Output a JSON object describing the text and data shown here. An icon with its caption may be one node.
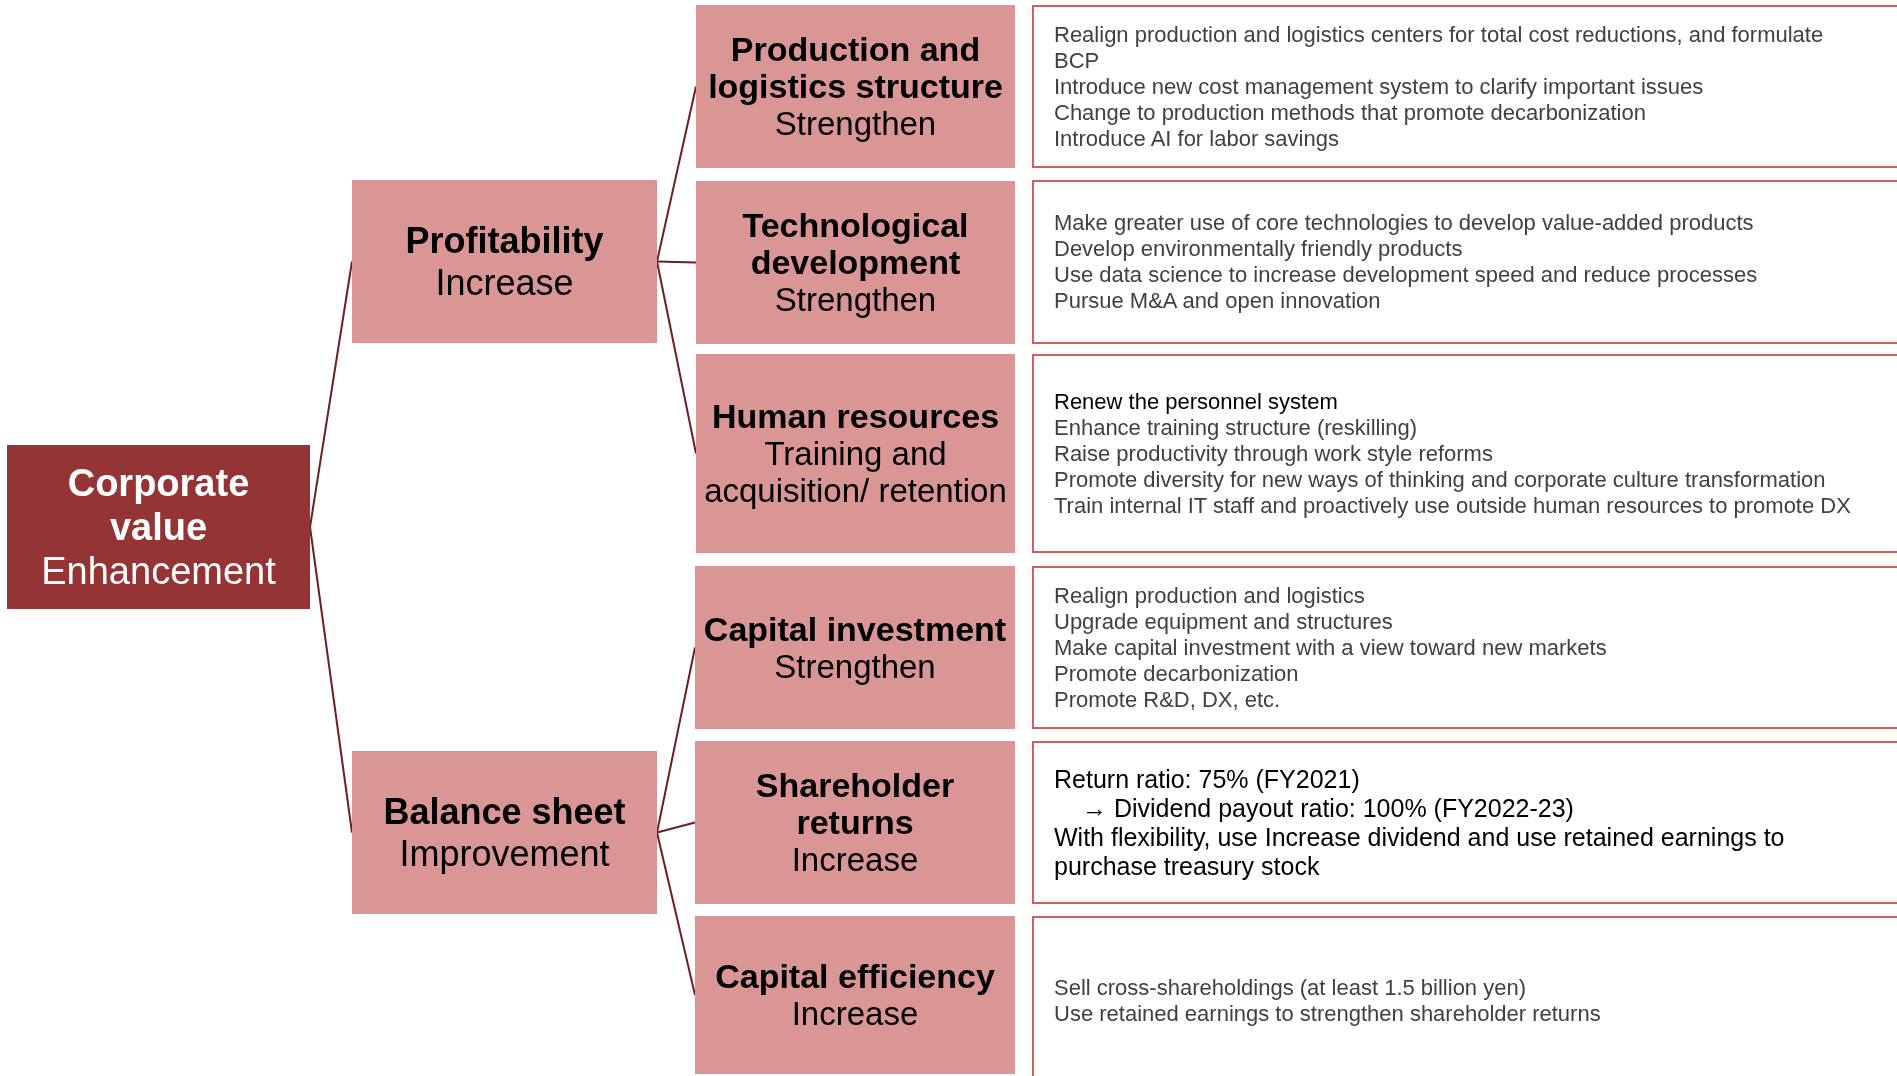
{
  "diagram": {
    "nodes": [
      {
        "text": [
          "Corporate value",
          "Enhancement"
        ]
      },
      {
        "text": [
          "Profitability",
          "Increase"
        ]
      },
      {
        "text": [
          "Balance sheet",
          "Improvement"
        ]
      },
      {
        "text": [
          "Production and logistics structure",
          "Strengthen"
        ]
      },
      {
        "text": [
          "Technological development",
          "Strengthen"
        ]
      },
      {
        "text": [
          "Human resources",
          "Training and acquisition/ retention"
        ]
      },
      {
        "text": [
          "Capital investment",
          "Strengthen"
        ]
      },
      {
        "text": [
          "Shareholder returns",
          "Increase"
        ]
      },
      {
        "text": [
          "Capital efficiency",
          "Increase"
        ]
      },
      {
        "text": [
          "Realign production and logistics centers for total cost reductions, and formulate BCP",
          "Introduce new cost management system to clarify important issues",
          "Change to production methods that promote decarbonization",
          "Introduce AI for labor savings"
        ]
      },
      {
        "text": [
          "Make greater use of core technologies to develop value-added products",
          "Develop environmentally friendly products",
          "Use data science to increase development speed and reduce processes",
          "Pursue M&A and open innovation"
        ]
      },
      {
        "text": [
          "Renew the personnel system",
          "Enhance training structure (reskilling)",
          "Raise productivity through work style reforms",
          "Promote diversity for new ways of thinking and corporate culture transformation",
          "Train internal IT staff and proactively use outside human resources to promote DX"
        ]
      },
      {
        "text": [
          "Realign production and logistics",
          "Upgrade equipment and structures",
          "Make capital investment with a view toward new markets",
          "Promote decarbonization",
          "Promote R&D, DX, etc."
        ]
      },
      {
        "text": [
          "Return ratio: 75% (FY2021)",
          "→ Dividend payout ratio: 100% (FY2022-23)",
          "With flexibility, use Increase dividend and use retained earnings to purchase treasury stock"
        ]
      },
      {
        "text": [
          "Sell cross-shareholdings (at least 1.5 billion yen)",
          "Use retained earnings to strengthen shareholder returns"
        ]
      }
    ],
    "edges": [
      {
        "from": 0,
        "to": 1,
        "arrow": "none"
      },
      {
        "from": 0,
        "to": 2,
        "arrow": "none"
      },
      {
        "from": 1,
        "to": 3,
        "arrow": "none"
      },
      {
        "from": 1,
        "to": 4,
        "arrow": "none"
      },
      {
        "from": 1,
        "to": 5,
        "arrow": "none"
      },
      {
        "from": 2,
        "to": 6,
        "arrow": "none"
      },
      {
        "from": 2,
        "to": 7,
        "arrow": "none"
      },
      {
        "from": 2,
        "to": 8,
        "arrow": "none"
      }
    ]
  }
}
